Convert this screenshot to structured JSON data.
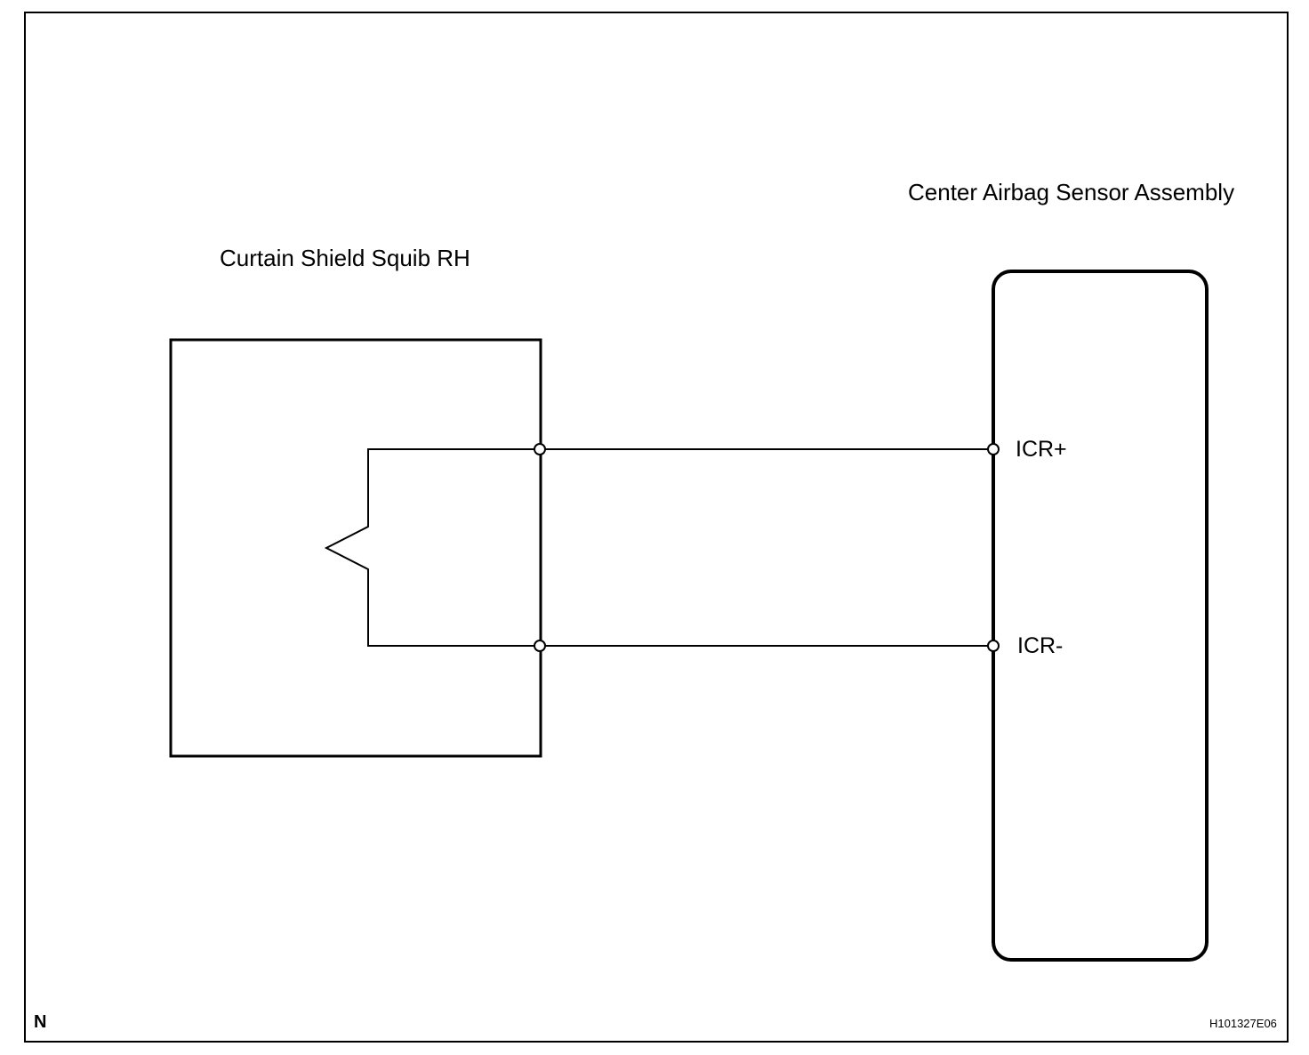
{
  "diagram": {
    "squib": {
      "title": "Curtain Shield Squib RH"
    },
    "sensor": {
      "title": "Center Airbag Sensor Assembly",
      "pins": {
        "positive": "ICR+",
        "negative": "ICR-"
      }
    },
    "corner_mark": "N",
    "figure_code": "H101327E06",
    "colors": {
      "line": "#000000",
      "background": "#ffffff"
    }
  }
}
